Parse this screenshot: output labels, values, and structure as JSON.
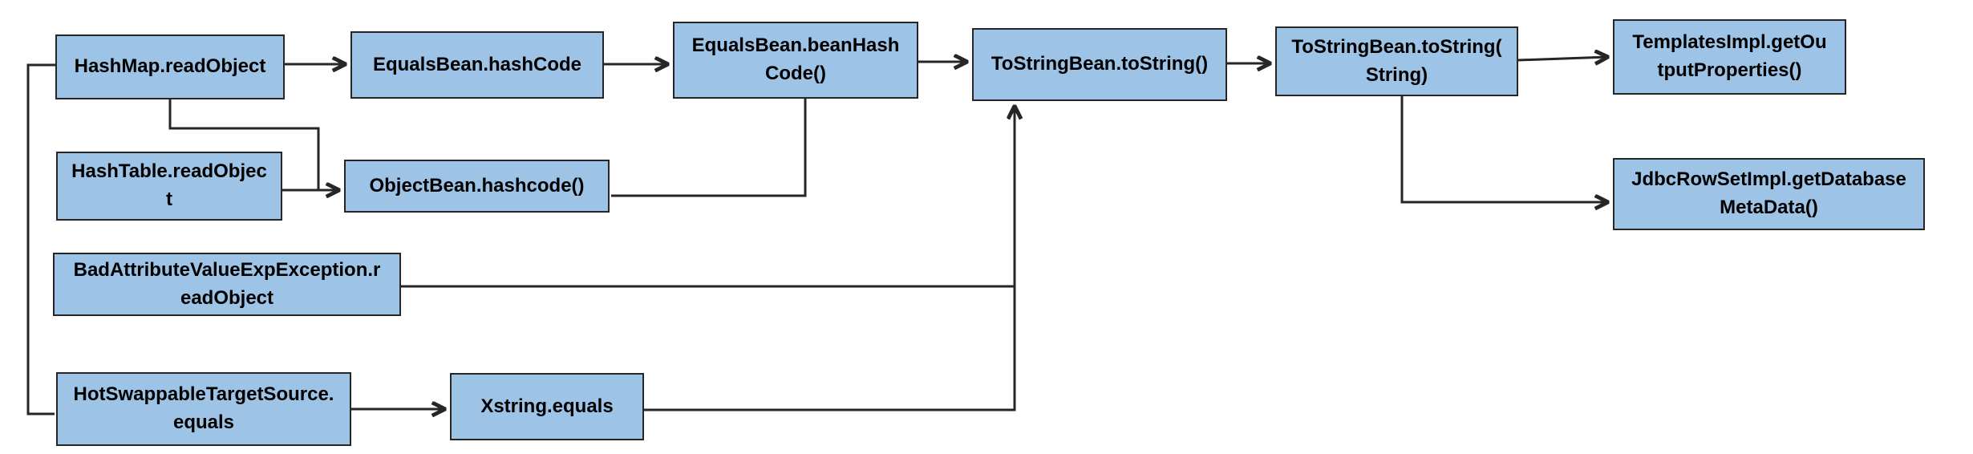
{
  "diagram": {
    "background_color": "#ffffff",
    "node_fill_color": "#9dc3e6",
    "node_border_color": "#262626",
    "wire_color": "#262626",
    "text_color": "#000000",
    "nodes": [
      {
        "id": "hashmap-readobject",
        "label": "HashMap.readObject",
        "lines": [
          "HashMap.readObject"
        ]
      },
      {
        "id": "equalsbean-hashcode",
        "label": "EqualsBean.hashCode",
        "lines": [
          "EqualsBean.hashCode"
        ]
      },
      {
        "id": "equalsbean-beanhashcode",
        "label": "EqualsBean.beanHashCode()",
        "lines": [
          "EqualsBean.beanHash",
          "Code()"
        ]
      },
      {
        "id": "tostringbean-tostring",
        "label": "ToStringBean.toString()",
        "lines": [
          "ToStringBean.toString()"
        ]
      },
      {
        "id": "tostringbean-tostring-string",
        "label": "ToStringBean.toString(String)",
        "lines": [
          "ToStringBean.toString(",
          "String)"
        ]
      },
      {
        "id": "templatesimpl-getoutputproperties",
        "label": "TemplatesImpl.getOutputProperties()",
        "lines": [
          "TemplatesImpl.getOu",
          "tputProperties()"
        ]
      },
      {
        "id": "hashtable-readobject",
        "label": "HashTable.readObject",
        "lines": [
          "HashTable.readObjec",
          "t"
        ]
      },
      {
        "id": "objectbean-hashcode",
        "label": "ObjectBean.hashcode()",
        "lines": [
          "ObjectBean.hashcode()"
        ]
      },
      {
        "id": "badattributevalueexpexception-readobject",
        "label": "BadAttributeValueExpException.readObject",
        "lines": [
          "BadAttributeValueExpException.r",
          "eadObject"
        ]
      },
      {
        "id": "hotswappabletargetsource-equals",
        "label": "HotSwappableTargetSource.equals",
        "lines": [
          "HotSwappableTargetSource.",
          "equals"
        ]
      },
      {
        "id": "xstring-equals",
        "label": "Xstring.equals",
        "lines": [
          "Xstring.equals"
        ]
      },
      {
        "id": "jdbcrowsetimpl-getdatabasemetadata",
        "label": "JdbcRowSetImpl.getDatabaseMetaData()",
        "lines": [
          "JdbcRowSetImpl.getDatabase",
          "MetaData()"
        ]
      }
    ],
    "edges": [
      {
        "from": "HashMap.readObject",
        "to": "EqualsBean.hashCode",
        "arrow": true
      },
      {
        "from": "EqualsBean.hashCode",
        "to": "EqualsBean.beanHashCode()",
        "arrow": true
      },
      {
        "from": "EqualsBean.beanHashCode()",
        "to": "ToStringBean.toString()",
        "arrow": true
      },
      {
        "from": "ToStringBean.toString()",
        "to": "ToStringBean.toString(String)",
        "arrow": true
      },
      {
        "from": "ToStringBean.toString(String)",
        "to": "TemplatesImpl.getOutputProperties()",
        "arrow": true
      },
      {
        "from": "ToStringBean.toString(String)",
        "to": "JdbcRowSetImpl.getDatabaseMetaData()",
        "arrow": true
      },
      {
        "from": "HashMap.readObject",
        "to": "ObjectBean.hashcode()",
        "arrow": true
      },
      {
        "from": "HashTable.readObject",
        "to": "ObjectBean.hashcode()",
        "arrow": true
      },
      {
        "from": "ObjectBean.hashcode()",
        "to": "EqualsBean.beanHashCode()",
        "arrow": false
      },
      {
        "from": "BadAttributeValueExpException.readObject",
        "to": "ToStringBean.toString()",
        "arrow": true
      },
      {
        "from": "Xstring.equals",
        "to": "ToStringBean.toString()",
        "arrow": true
      },
      {
        "from": "HotSwappableTargetSource.equals",
        "to": "Xstring.equals",
        "arrow": true
      },
      {
        "from": "HashMap.readObject",
        "to": "HotSwappableTargetSource.equals",
        "arrow": false
      }
    ]
  }
}
